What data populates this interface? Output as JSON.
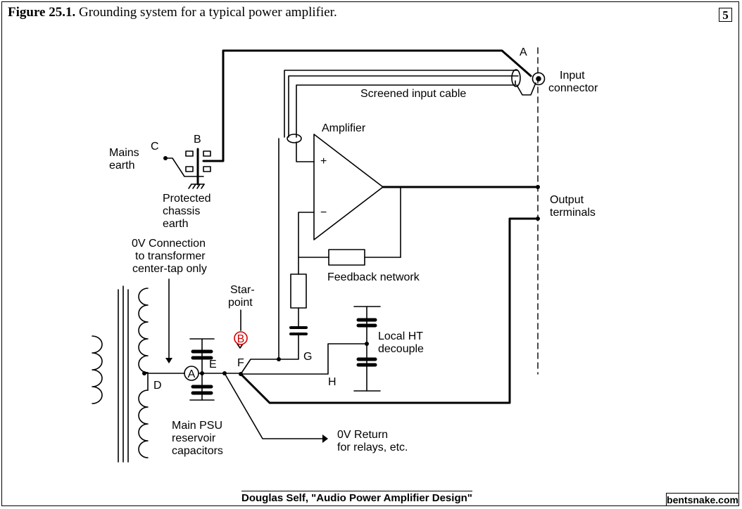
{
  "figure": {
    "number": "Figure 25.1.",
    "caption": "Grounding system for a typical power amplifier.",
    "page_number": "5"
  },
  "labels": {
    "point_a": "A",
    "input_connector_1": "Input",
    "input_connector_2": "connector",
    "screened_cable": "Screened input cable",
    "amplifier": "Amplifier",
    "plus": "+",
    "minus": "−",
    "mains_earth_1": "Mains",
    "mains_earth_2": "earth",
    "point_c": "C",
    "point_b": "B",
    "protected_1": "Protected",
    "protected_2": "chassis",
    "protected_3": "earth",
    "output_1": "Output",
    "output_2": "terminals",
    "zero_v_1": "0V Connection",
    "zero_v_2": "to transformer",
    "zero_v_3": "center-tap only",
    "feedback": "Feedback network",
    "star_1": "Star-",
    "star_2": "point",
    "star_badge": "B",
    "local_ht_1": "Local HT",
    "local_ht_2": "decouple",
    "point_d": "D",
    "point_e": "E",
    "point_f": "F",
    "point_g": "G",
    "point_h": "H",
    "circle_a": "A",
    "psu_1": "Main PSU",
    "psu_2": "reservoir",
    "psu_3": "capacitors",
    "return_1": "0V Return",
    "return_2": "for relays, etc."
  },
  "footer": {
    "credit": "Douglas Self, \"Audio Power Amplifier Design\"",
    "watermark": "bentsnake.com"
  },
  "colors": {
    "ink": "#000000",
    "star_badge": "#d40000"
  }
}
